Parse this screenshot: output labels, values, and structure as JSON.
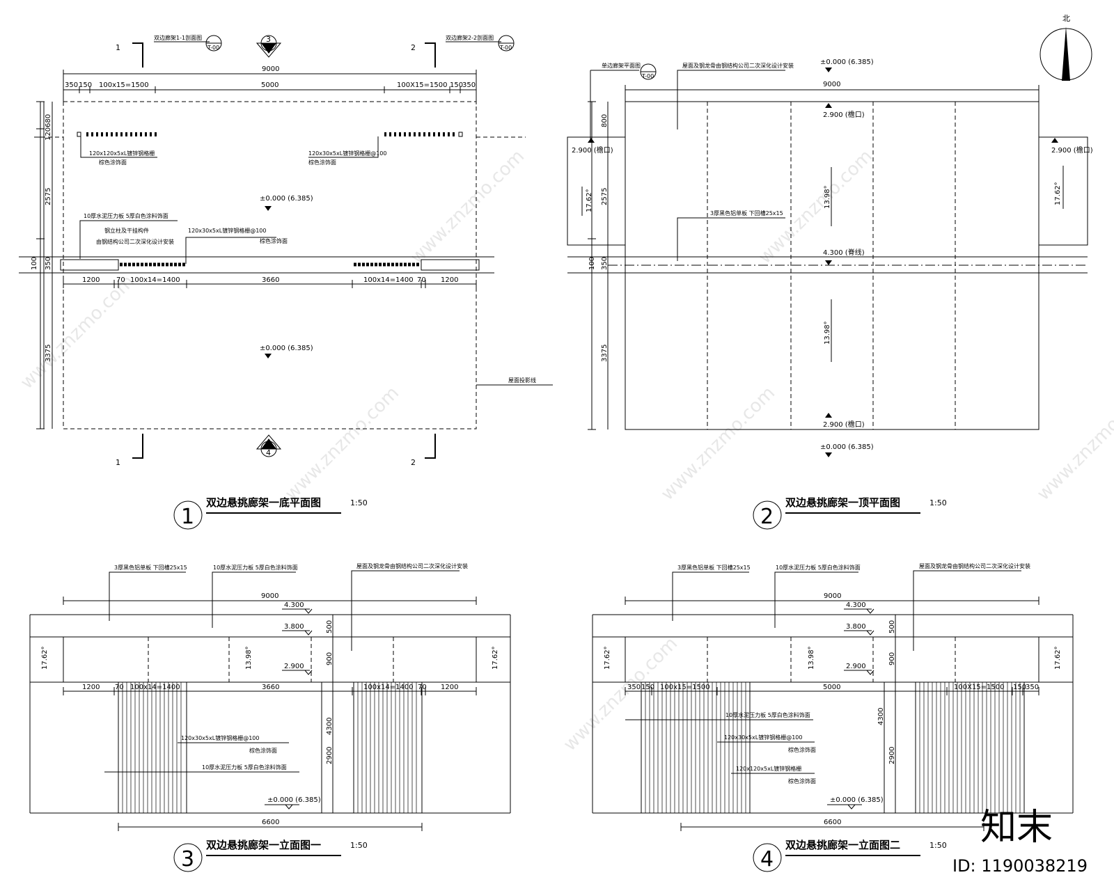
{
  "north": {
    "label": "北"
  },
  "watermark": {
    "site": "www.znzmo.com",
    "brand": "知末",
    "id": "ID: 1190038219"
  },
  "plan1": {
    "title": "双边悬挑廊架一底平面图",
    "scale": "1:50",
    "num": "1",
    "section1_label": "双边廊架1-1剖面图",
    "section2_label": "双边廊架2-2剖面图",
    "sec_tag1": "1",
    "sec_tag2": "2",
    "sheet_ref": "T-00",
    "elev_ref_top": "3",
    "elev_ref_bottom": "4",
    "cut1": "1",
    "cut2": "2",
    "dims_top": [
      "9000",
      "350",
      "150",
      "100x15=1500",
      "5000",
      "100X15=1500",
      "150",
      "350"
    ],
    "dims_mid": [
      "1200",
      "70",
      "100x14=1400",
      "3660",
      "100x14=1400",
      "70",
      "1200"
    ],
    "dims_left": [
      "680",
      "120",
      "2575",
      "350",
      "100",
      "3375"
    ],
    "level_a": "±0.000 (6.385)",
    "level_b": "±0.000 (6.385)",
    "note1": "120x120x5xL镀锌钢格栅",
    "note1b": "棕色涂饰面",
    "note2": "120x30x5xL镀锌钢格栅@100",
    "note2b": "棕色涂饰面",
    "note3": "10厚水泥压力板 5厚白色涂料饰面",
    "note3b": "钢立柱及干挂构件",
    "note3c": "由钢结构公司二次深化设计安装",
    "note4": "120x30x5xL镀锌钢格栅@100",
    "note4b": "棕色涂饰面",
    "note5": "屋面投影线"
  },
  "plan2": {
    "title": "双边悬挑廊架一顶平面图",
    "scale": "1:50",
    "num": "2",
    "ref_label": "单边廊架平面图",
    "sheet_ref": "T-00",
    "dims_top": [
      "9000"
    ],
    "dims_left": [
      "800",
      "2575",
      "350",
      "100",
      "3375"
    ],
    "level_top": "±0.000 (6.385)",
    "level_bottom": "±0.000 (6.385)",
    "eave_top": "2.900 (檐口)",
    "eave_left": "2.900 (檐口)",
    "eave_right": "2.900 (檐口)",
    "eave_bottom": "2.900 (檐口)",
    "ridge": "4.300 (脊线)",
    "slope1": "17.62°",
    "slope2": "13.98°",
    "slope3": "13.98°",
    "slope4": "17.62°",
    "note1": "屋面及钢龙骨由钢结构公司二次深化设计安装",
    "note2": "3厚黑色铝单板  下回槽25x15"
  },
  "elev1": {
    "title": "双边悬挑廊架一立面图一",
    "scale": "1:50",
    "num": "3",
    "note_top1": "3厚黑色铝单板  下回槽25x15",
    "note_top2": "10厚水泥压力板  5厚白色涂料饰面",
    "note_top3": "屋面及钢龙骨由钢结构公司二次深化设计安装",
    "dim_total": "9000",
    "dims_mid": [
      "1200",
      "70",
      "100x14=1400",
      "3660",
      "100x14=1400",
      "70",
      "1200"
    ],
    "dim_base": "6600",
    "lv1": "4.300",
    "lv2": "3.800",
    "lv3": "2.900",
    "lv0": "±0.000  (6.385)",
    "v500": "500",
    "v900": "900",
    "v4300": "4300",
    "v2900": "2900",
    "slope_l": "17.62°",
    "slope_m": "13.98°",
    "slope_r": "17.62°",
    "note_a": "120x30x5xL镀锌钢格栅@100",
    "note_ab": "棕色涂饰面",
    "note_b": "10厚水泥压力板  5厚白色涂料饰面"
  },
  "elev2": {
    "title": "双边悬挑廊架一立面图二",
    "scale": "1:50",
    "num": "4",
    "note_top1": "3厚黑色铝单板  下回槽25x15",
    "note_top2": "10厚水泥压力板  5厚白色涂料饰面",
    "note_top3": "屋面及钢龙骨由钢结构公司二次深化设计安装",
    "dim_total": "9000",
    "dims_mid": [
      "350",
      "150",
      "100x15=1500",
      "5000",
      "100X15=1500",
      "150",
      "350"
    ],
    "dim_base": "6600",
    "lv1": "4.300",
    "lv2": "3.800",
    "lv3": "2.900",
    "lv0": "±0.000  (6.385)",
    "v500": "500",
    "v900": "900",
    "v4300": "4300",
    "v2900": "2900",
    "slope_l": "17.62°",
    "slope_m": "13.98°",
    "slope_r": "17.62°",
    "note_a": "10厚水泥压力板  5厚白色涂料饰面",
    "note_b": "120x30x5xL镀锌钢格栅@100",
    "note_bb": "棕色涂饰面",
    "note_c": "120x120x5xL镀锌钢格栅",
    "note_cb": "棕色涂饰面"
  }
}
